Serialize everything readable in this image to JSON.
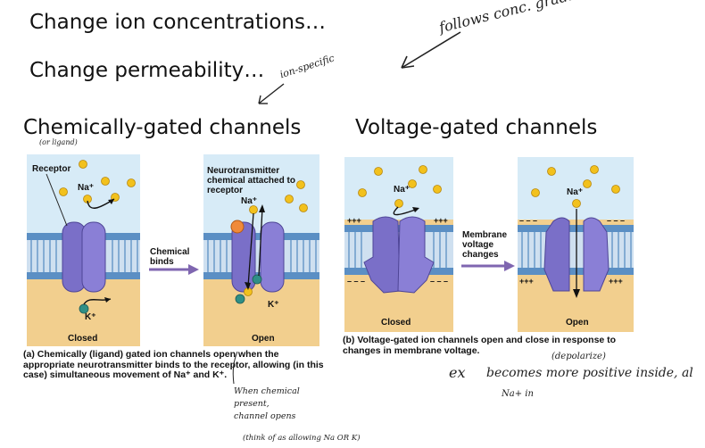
{
  "header": {
    "line1": "Change ion concentrations…",
    "line2": "Change permeability…"
  },
  "sections": {
    "chemical_title": "Chemically-gated channels",
    "voltage_title": "Voltage-gated channels"
  },
  "handwriting": {
    "follows": "follows conc. gradient",
    "ion_specific": "ion-specific",
    "or_ligand": "(or ligand)",
    "when_chem": "When chemical present, channel opens",
    "think": "(think of as allowing Na OR K)",
    "ex": "ex",
    "becomes": "becomes more positive inside, al",
    "depolarize": "(depolarize)",
    "na_in": "Na+ in"
  },
  "chem_figure": {
    "receptor": "Receptor",
    "na": "Na⁺",
    "k": "K⁺",
    "nt_label": "Neurotransmitter chemical attached to receptor",
    "chem_binds": "Chemical binds",
    "closed": "Closed",
    "open": "Open",
    "caption": "(a) Chemically (ligand) gated ion channels open when the appropriate neurotransmitter binds to the receptor, allowing (in this case) simultaneous movement of Na⁺ and K⁺."
  },
  "volt_figure": {
    "na": "Na⁺",
    "membrane_change": "Membrane voltage changes",
    "closed": "Closed",
    "open": "Open",
    "caption": "(b) Voltage-gated ion channels open and close in response to changes in membrane voltage."
  },
  "colors": {
    "membrane_blue": "#5b8fc4",
    "membrane_light": "#cfe0f0",
    "channel_purple": "#7a6fc8",
    "ion_yellow": "#f2c11d",
    "teal_k": "#2f8f86",
    "sky": "#d7ebf7",
    "sand": "#f2cf8e",
    "arrow_purple": "#7f66b0"
  }
}
